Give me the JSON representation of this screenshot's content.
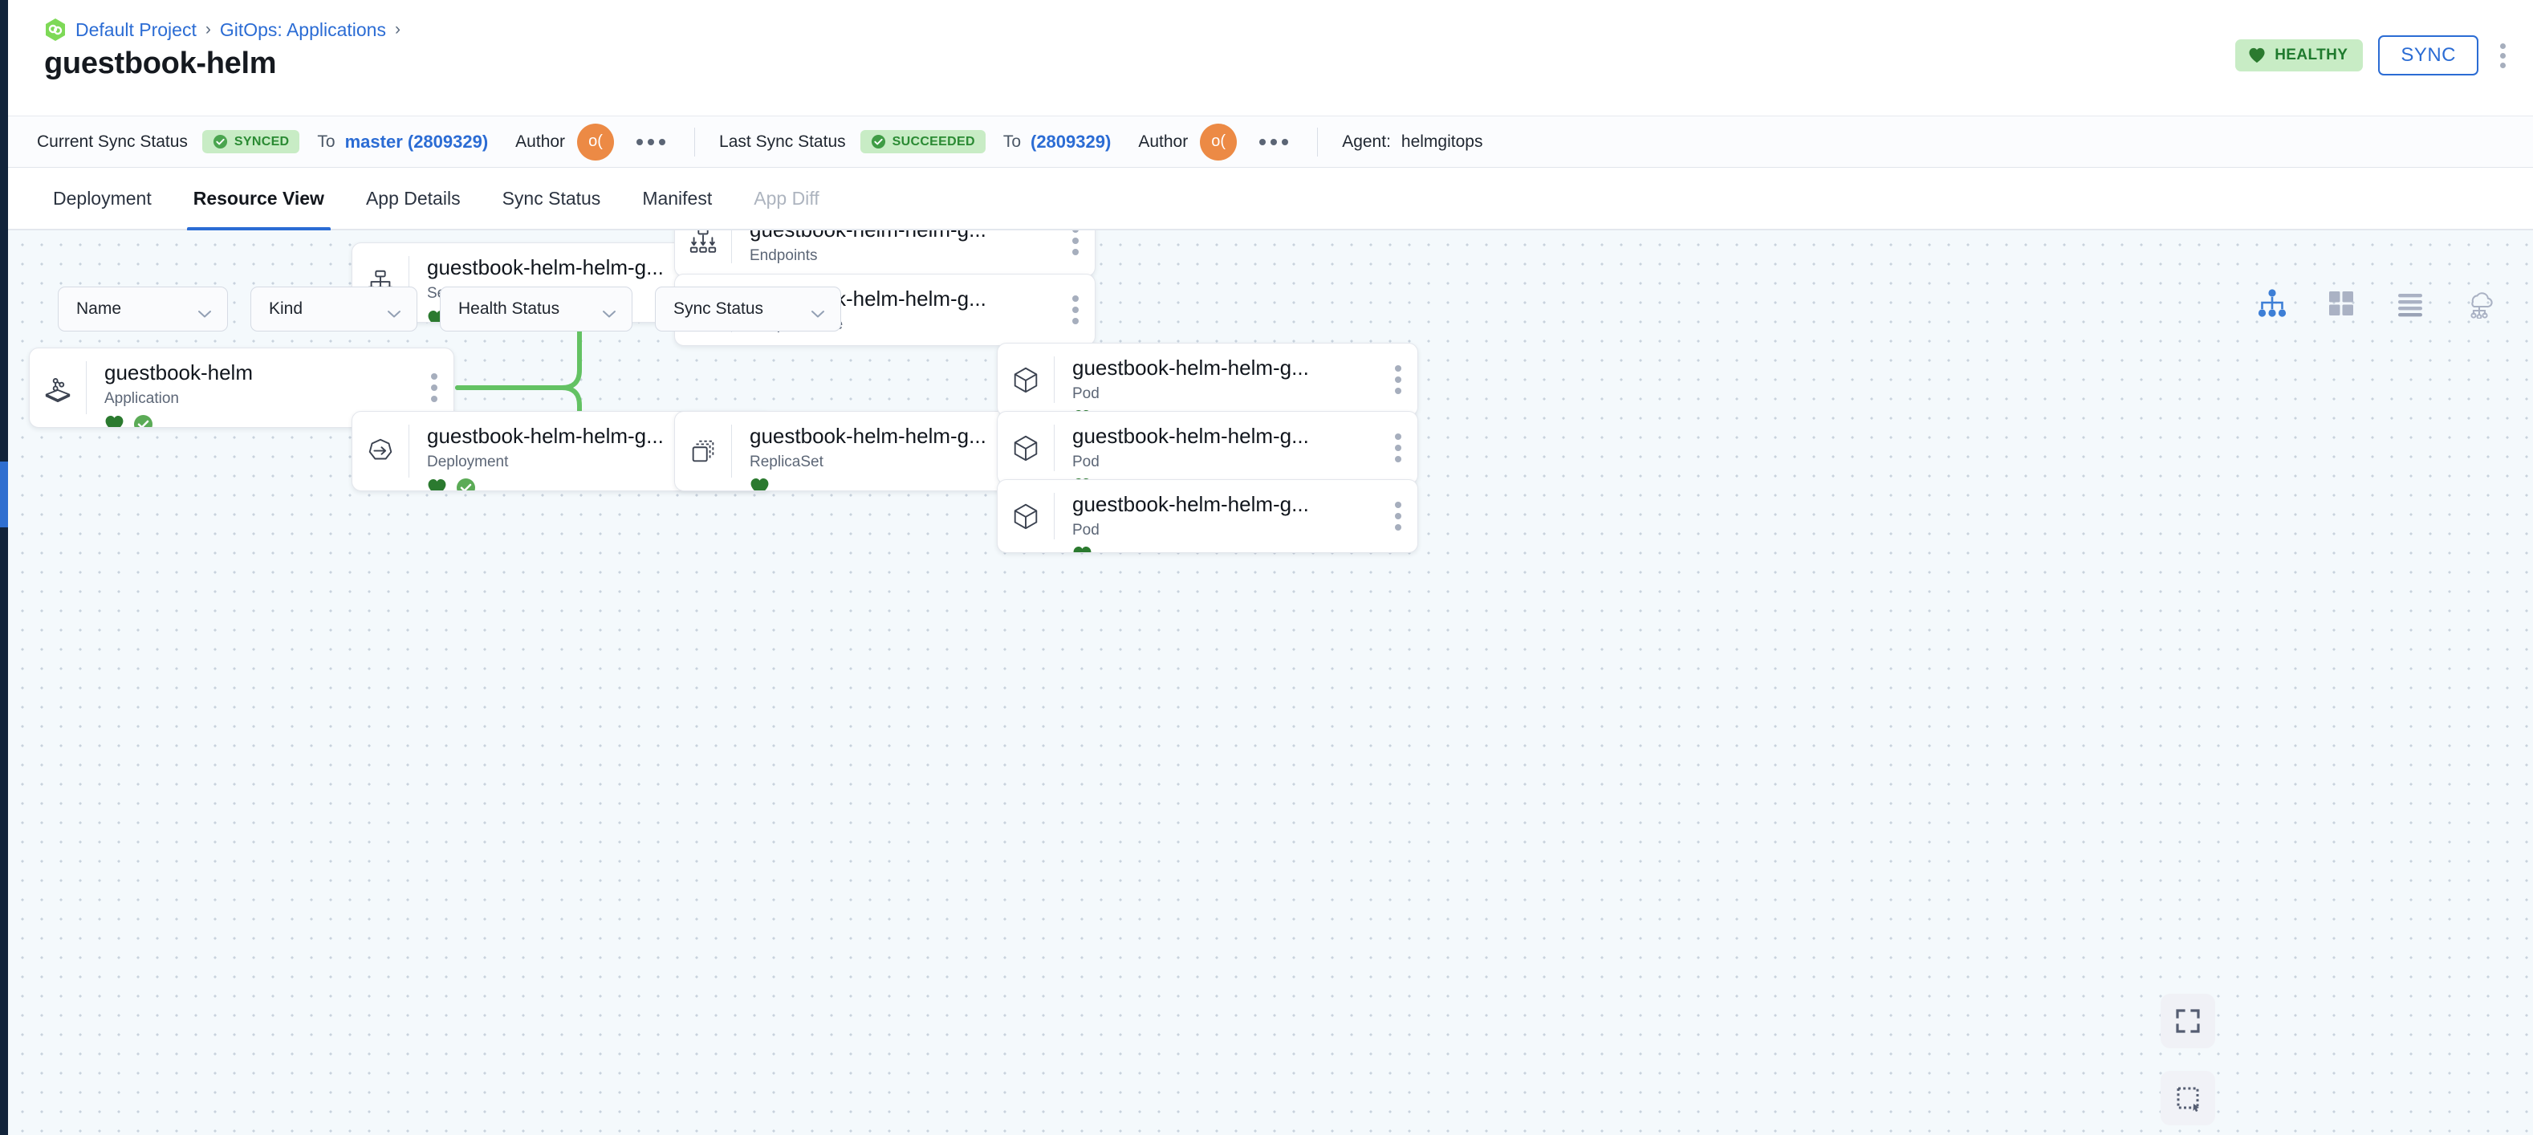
{
  "breadcrumb": {
    "project_icon": "argo-project-icon",
    "items": [
      {
        "label": "Default Project",
        "sep": "›"
      },
      {
        "label": "GitOps: Applications",
        "sep": "›"
      }
    ]
  },
  "header": {
    "title": "guestbook-helm",
    "health_badge": {
      "label": "HEALTHY",
      "icon": "heart-icon",
      "color": "#c8ecc5",
      "text_color": "#1f7a2e"
    },
    "sync_button": {
      "label": "SYNC",
      "color": "#2b6cd4"
    },
    "overflow_icon": "kebab-vertical-icon"
  },
  "status_bar": {
    "current": {
      "label": "Current Sync Status",
      "badge": "SYNCED",
      "badge_icon": "check-circle-icon",
      "to_label": "To",
      "revision": "master (2809329)",
      "author_label": "Author",
      "avatar_initials": "o(",
      "avatar_color": "#ec8a45",
      "more_icon": "kebab-horizontal-icon"
    },
    "last": {
      "label": "Last Sync Status",
      "badge": "SUCCEEDED",
      "badge_icon": "check-circle-icon",
      "to_label": "To",
      "revision": "(2809329)",
      "author_label": "Author",
      "avatar_initials": "o(",
      "avatar_color": "#ec8a45",
      "more_icon": "kebab-horizontal-icon"
    },
    "agent_label": "Agent:",
    "agent_value": "helmgitops"
  },
  "tabs": [
    {
      "label": "Deployment",
      "active": false,
      "disabled": false
    },
    {
      "label": "Resource View",
      "active": true,
      "disabled": false
    },
    {
      "label": "App Details",
      "active": false,
      "disabled": false
    },
    {
      "label": "Sync Status",
      "active": false,
      "disabled": false
    },
    {
      "label": "Manifest",
      "active": false,
      "disabled": false
    },
    {
      "label": "App Diff",
      "active": false,
      "disabled": true
    }
  ],
  "filters": [
    {
      "label": "Name",
      "icon": "chevron-down-icon"
    },
    {
      "label": "Kind",
      "icon": "chevron-down-icon"
    },
    {
      "label": "Health Status",
      "icon": "chevron-down-icon"
    },
    {
      "label": "Sync Status",
      "icon": "chevron-down-icon"
    }
  ],
  "view_toggles": [
    {
      "name": "tree-view-icon",
      "active": true
    },
    {
      "name": "grid-view-icon",
      "active": false
    },
    {
      "name": "list-view-icon",
      "active": false
    },
    {
      "name": "network-view-icon",
      "active": false
    }
  ],
  "map_controls": [
    {
      "name": "fullscreen-expand-icon"
    },
    {
      "name": "selection-box-icon"
    }
  ],
  "graph": {
    "edge_color": "#63c263",
    "nodes": [
      {
        "id": "app",
        "name": "guestbook-helm",
        "kind": "Application",
        "icon": "application-icon",
        "health": "healthy",
        "synced": true
      },
      {
        "id": "svc",
        "name": "guestbook-helm-helm-g...",
        "kind": "Service",
        "icon": "service-icon",
        "health": "healthy",
        "synced": true
      },
      {
        "id": "epts",
        "name": "guestbook-helm-helm-g...",
        "kind": "Endpoints",
        "icon": "endpoints-icon",
        "health": "none",
        "synced": false
      },
      {
        "id": "eps",
        "name": "guestbook-helm-helm-g...",
        "kind": "EndpointSlice",
        "icon": "endpointslice-icon",
        "health": "none",
        "synced": false
      },
      {
        "id": "dep",
        "name": "guestbook-helm-helm-g...",
        "kind": "Deployment",
        "icon": "deployment-icon",
        "health": "healthy",
        "synced": true
      },
      {
        "id": "rs",
        "name": "guestbook-helm-helm-g...",
        "kind": "ReplicaSet",
        "icon": "replicaset-icon",
        "health": "healthy",
        "synced": false
      },
      {
        "id": "pod1",
        "name": "guestbook-helm-helm-g...",
        "kind": "Pod",
        "icon": "pod-icon",
        "health": "healthy",
        "synced": false
      },
      {
        "id": "pod2",
        "name": "guestbook-helm-helm-g...",
        "kind": "Pod",
        "icon": "pod-icon",
        "health": "healthy",
        "synced": false
      },
      {
        "id": "pod3",
        "name": "guestbook-helm-helm-g...",
        "kind": "Pod",
        "icon": "pod-icon",
        "health": "healthy",
        "synced": false
      }
    ],
    "edges": [
      {
        "from": "app",
        "to": "svc"
      },
      {
        "from": "app",
        "to": "dep"
      },
      {
        "from": "svc",
        "to": "epts"
      },
      {
        "from": "svc",
        "to": "eps"
      },
      {
        "from": "dep",
        "to": "rs"
      },
      {
        "from": "rs",
        "to": "pod1"
      },
      {
        "from": "rs",
        "to": "pod2"
      },
      {
        "from": "rs",
        "to": "pod3"
      }
    ]
  }
}
